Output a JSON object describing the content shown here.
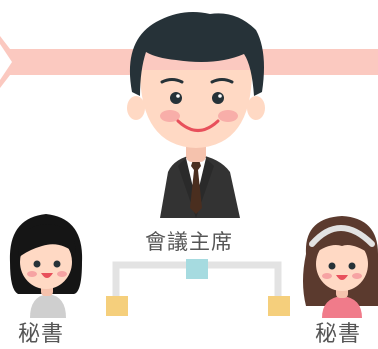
{
  "chairman": {
    "label": "會議主席"
  },
  "secretaries": {
    "left_label": "秘書",
    "right_label": "秘書"
  },
  "colors": {
    "banner": "#fbc9c0",
    "connector": "#e3e3e3",
    "center_node": "#a6dbe0",
    "side_node": "#f5cf7c",
    "skin": "#ffd9c4",
    "hair": "#263238",
    "suit": "#333333",
    "label_text": "#555555"
  },
  "icons": [
    "chairman-avatar",
    "secretary-avatar-left",
    "secretary-avatar-right"
  ]
}
